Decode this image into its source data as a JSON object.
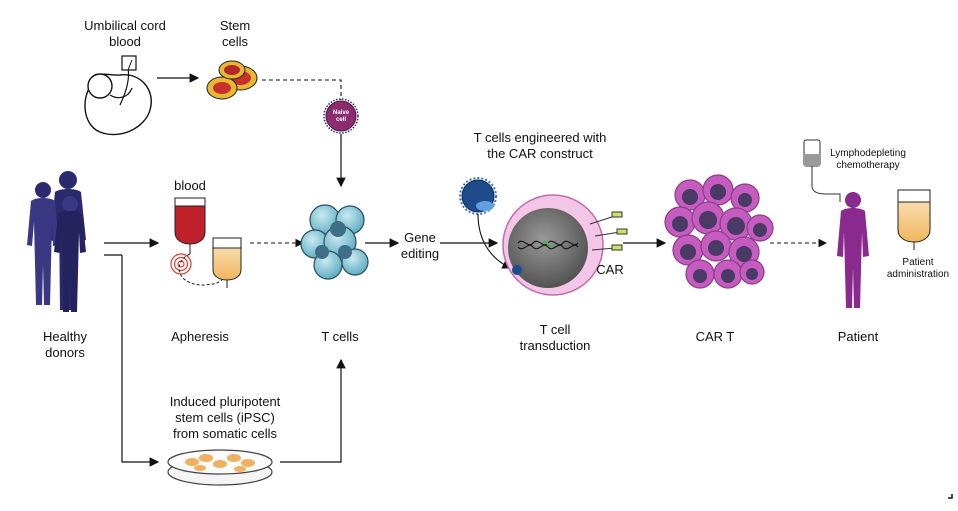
{
  "labels": {
    "umbilical_cord_blood": "Umbilical cord\nblood",
    "stem_cells": "Stem\ncells",
    "naive_cell": "Naive\ncell",
    "healthy_donors": "Healthy\ndonors",
    "blood": "blood",
    "apheresis": "Apheresis",
    "t_cells": "T cells",
    "gene_editing": "Gene\nediting",
    "engineered": "T cells engineered with\nthe CAR construct",
    "car": "CAR",
    "t_cell_transduction": "T cell\ntransduction",
    "car_t": "CAR T",
    "lymphodepleting": "Lymphodepleting\nchemotherapy",
    "patient_administration": "Patient\nadministration",
    "patient": "Patient",
    "ipsc": "Induced pluripotent\nstem cells (iPSC)\nfrom somatic cells"
  },
  "colors": {
    "donor": "#2b2a6e",
    "blood_red": "#c0202a",
    "stem_red": "#c8302c",
    "stem_yellow": "#e8b834",
    "naive": "#8a2c6e",
    "tcell": "#7fc6d6",
    "tcell_dark": "#3f6f86",
    "cart_pink": "#c65bc0",
    "cart_dark": "#4a3a66",
    "patient": "#8a2a8e",
    "bag_fill": "#f2c884"
  }
}
